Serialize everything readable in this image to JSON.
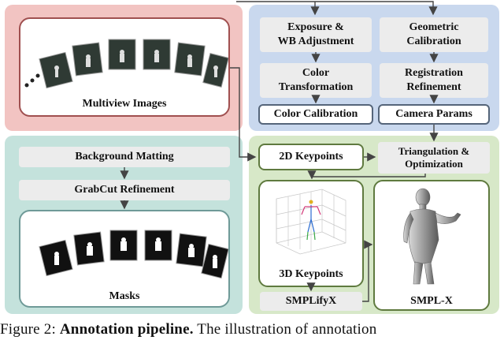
{
  "panels": {
    "multiview": {
      "label": "Multiview Images"
    },
    "calibration": {
      "exposure": "Exposure &\nWB Adjustment",
      "color_transform": "Color\nTransformation",
      "color_calibration": "Color Calibration",
      "geometric": "Geometric\nCalibration",
      "registration": "Registration\nRefinement",
      "camera_params": "Camera Params"
    },
    "masking": {
      "background_matting": "Background Matting",
      "grabcut": "GrabCut Refinement",
      "masks": "Masks"
    },
    "fitting": {
      "keypoints_2d": "2D Keypoints",
      "triangulation": "Triangulation &\nOptimization",
      "keypoints_3d": "3D Keypoints",
      "smplifyx": "SMPLifyX",
      "smplx": "SMPL-X"
    }
  },
  "caption": {
    "prefix": "Figure 2:",
    "bold": "Annotation pipeline.",
    "rest": "The illustration of annotation"
  },
  "colors": {
    "red_panel": "#f2c4c2",
    "blue_panel": "#c9d8ee",
    "teal_panel": "#c4e2dc",
    "green_panel": "#d7e8c8",
    "arrow": "#444444"
  }
}
